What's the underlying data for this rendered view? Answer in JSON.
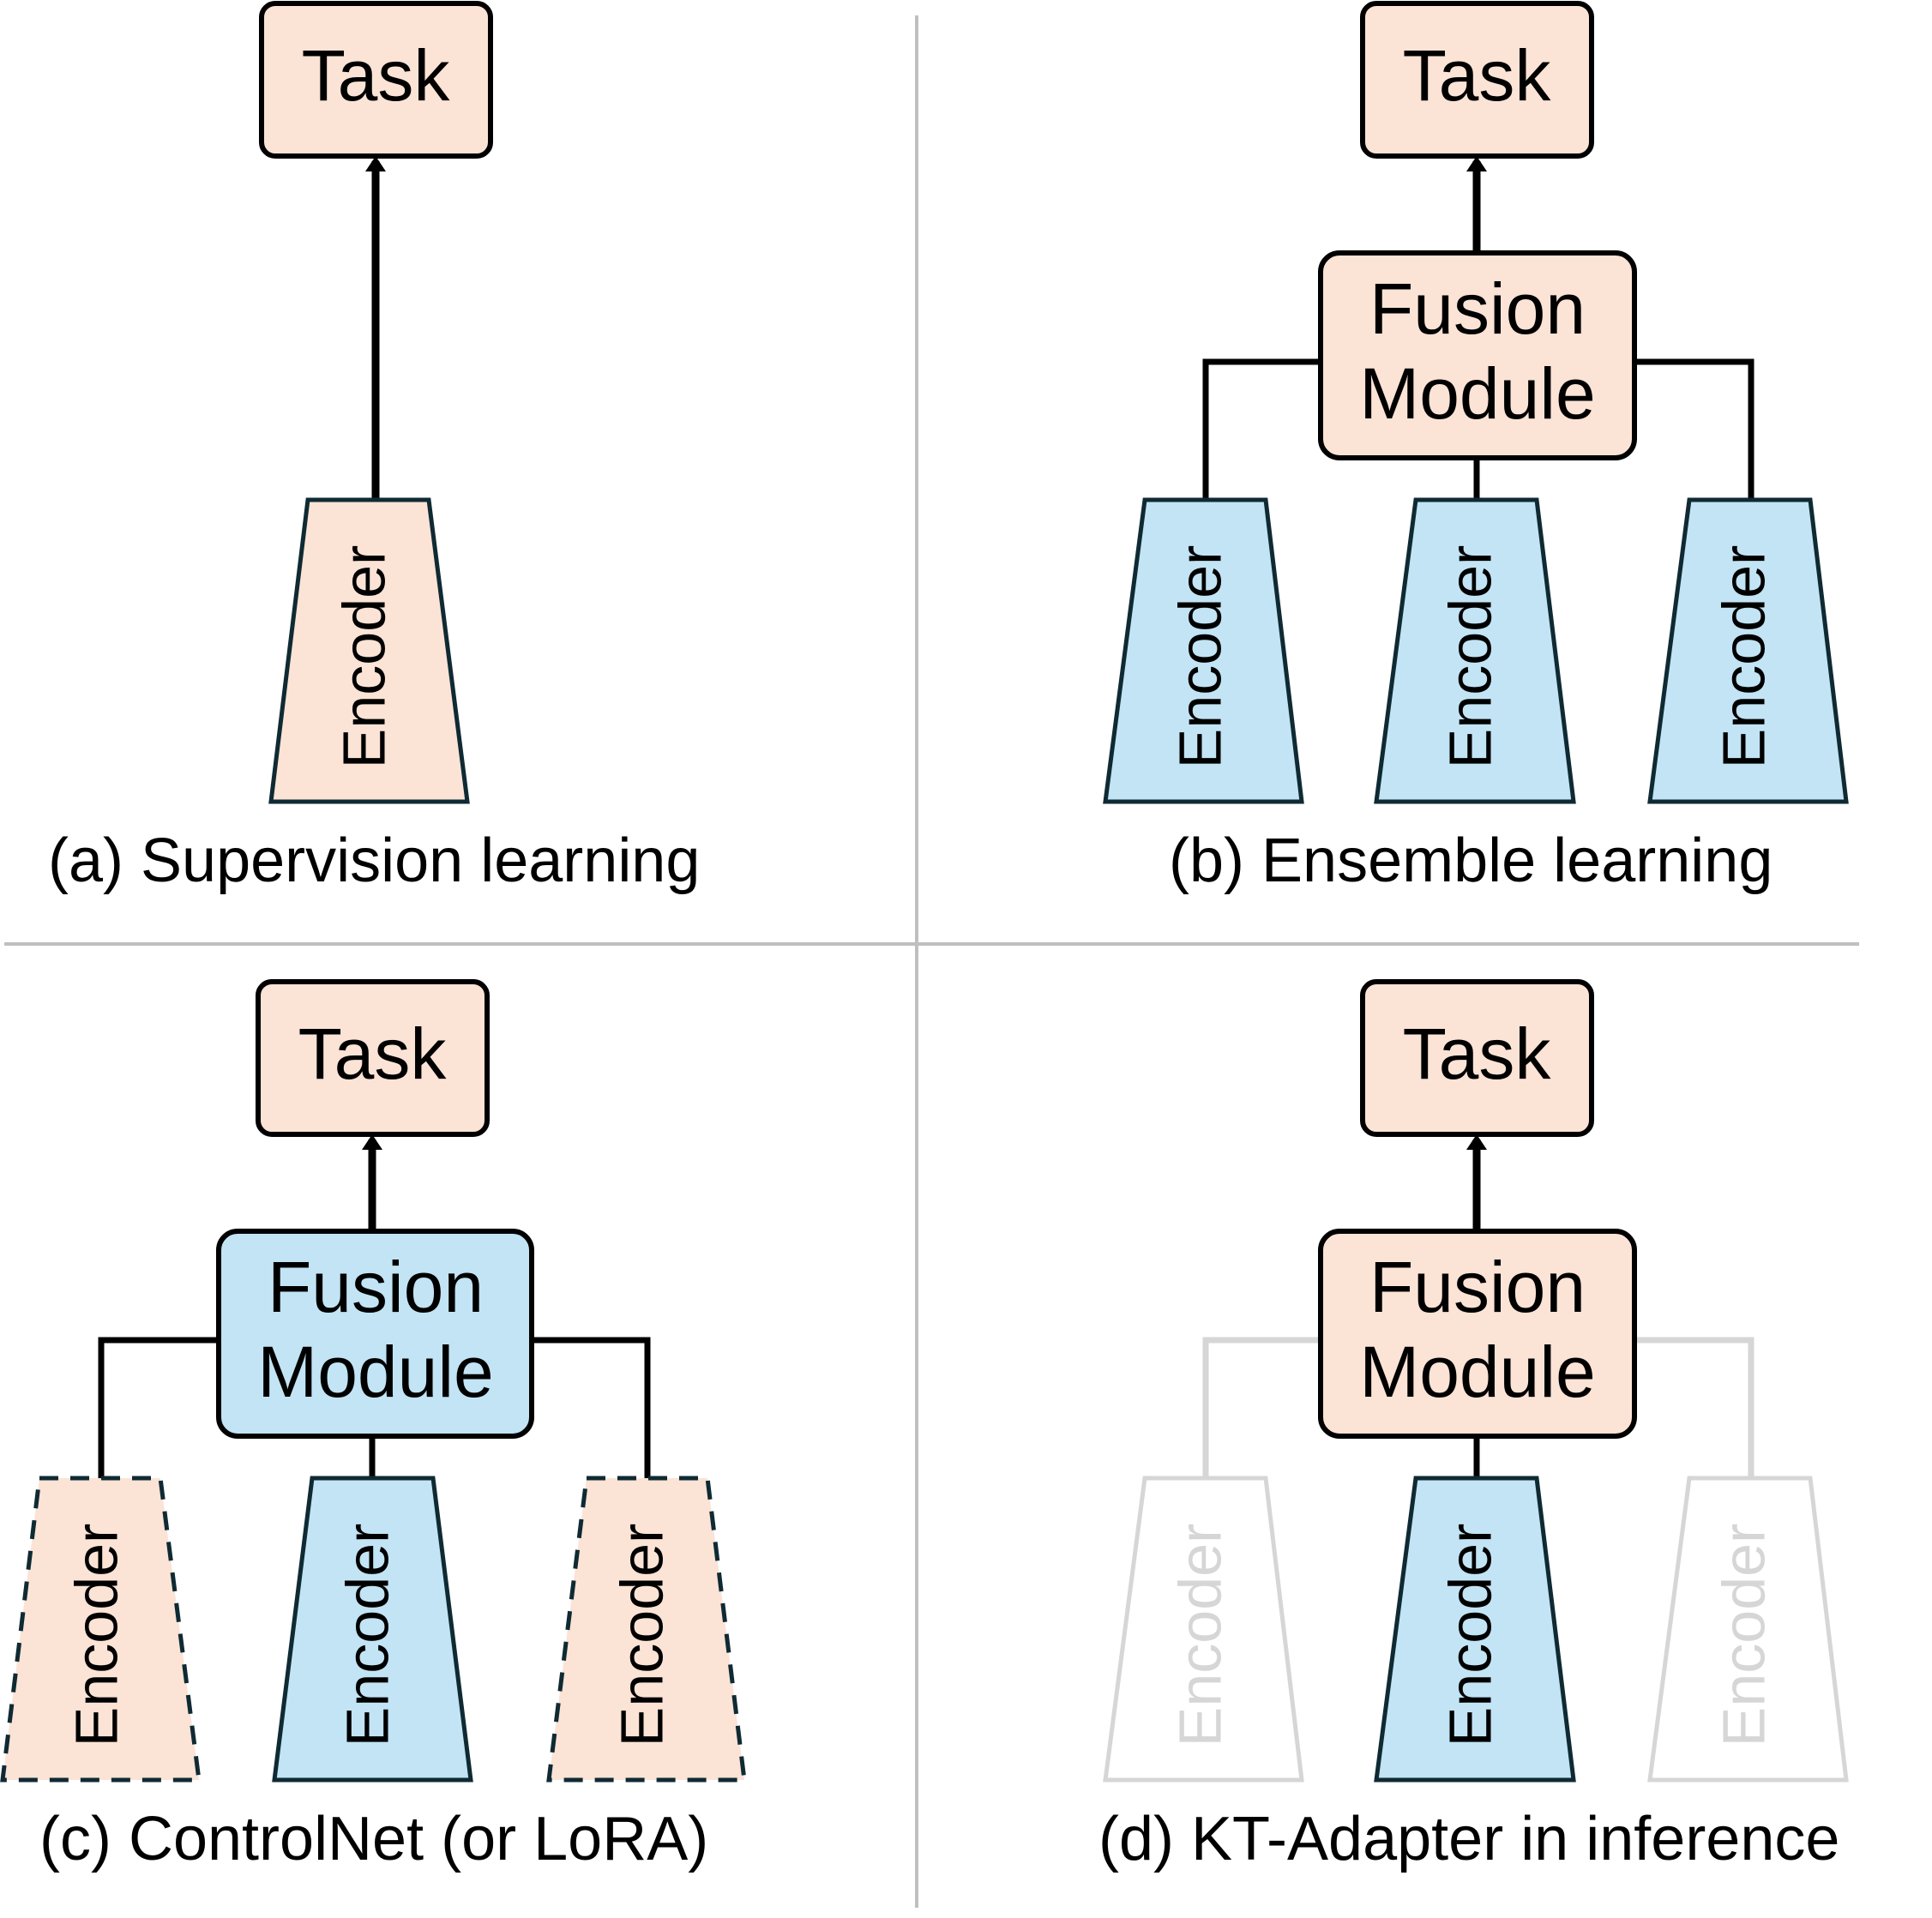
{
  "colors": {
    "peach": "#fbe3d6",
    "blue": "#c2e4f5",
    "stroke": "#000000",
    "encoder_stroke": "#0f2a33",
    "faded": "#d6d6d6",
    "faded_text": "#d6d6d6",
    "divider": "#bfbfbf"
  },
  "panels": {
    "a": {
      "caption": "(a) Supervision learning",
      "task": "Task",
      "encoders": [
        {
          "label": "Encoder",
          "fill": "peach",
          "style": "solid"
        }
      ]
    },
    "b": {
      "caption": "(b) Ensemble learning",
      "task": "Task",
      "fusion": {
        "line1": "Fusion",
        "line2": "Module",
        "fill": "peach"
      },
      "encoders": [
        {
          "label": "Encoder",
          "fill": "blue",
          "style": "solid"
        },
        {
          "label": "Encoder",
          "fill": "blue",
          "style": "solid"
        },
        {
          "label": "Encoder",
          "fill": "blue",
          "style": "solid"
        }
      ]
    },
    "c": {
      "caption": "(c) ControlNet (or LoRA)",
      "task": "Task",
      "fusion": {
        "line1": "Fusion",
        "line2": "Module",
        "fill": "blue"
      },
      "encoders": [
        {
          "label": "Encoder",
          "fill": "peach",
          "style": "dashed"
        },
        {
          "label": "Encoder",
          "fill": "blue",
          "style": "solid"
        },
        {
          "label": "Encoder",
          "fill": "peach",
          "style": "dashed"
        }
      ]
    },
    "d": {
      "caption": "(d) KT-Adapter in inference",
      "task": "Task",
      "fusion": {
        "line1": "Fusion",
        "line2": "Module",
        "fill": "peach"
      },
      "encoders": [
        {
          "label": "Encoder",
          "fill": "none",
          "style": "faded"
        },
        {
          "label": "Encoder",
          "fill": "blue",
          "style": "solid"
        },
        {
          "label": "Encoder",
          "fill": "none",
          "style": "faded"
        }
      ]
    }
  }
}
